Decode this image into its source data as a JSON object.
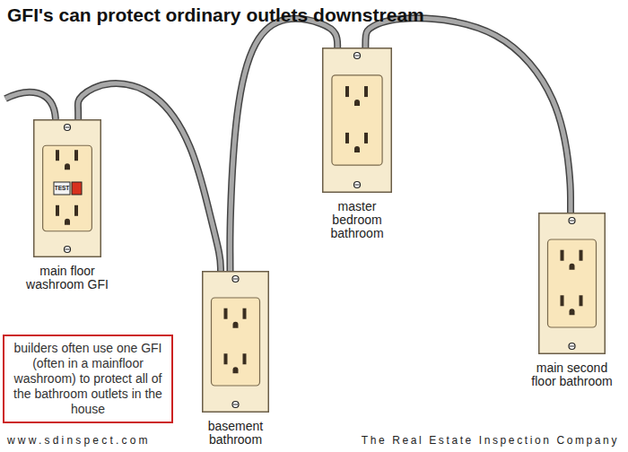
{
  "diagram": {
    "title": "GFI's can protect ordinary outlets downstream",
    "nodes": [
      {
        "text": [
          "main floor washroom GFI"
        ]
      },
      {
        "text": [
          "basement bathroom"
        ]
      },
      {
        "text": [
          "master bedroom bathroom"
        ]
      },
      {
        "text": [
          "main second floor bathroom"
        ]
      },
      {
        "text": [
          "builders often use one GFI (often in a mainfloor washroom) to protect all of the bathroom outlets in the house"
        ]
      }
    ],
    "edges": [
      {
        "from": 0,
        "to": 1,
        "arrow": "none"
      },
      {
        "from": 1,
        "to": 2,
        "arrow": "none"
      },
      {
        "from": 2,
        "to": 3,
        "arrow": "none"
      }
    ],
    "labels": [
      "TEST",
      "www.sdinspect.com",
      "The Real Estate Inspection Company"
    ]
  }
}
